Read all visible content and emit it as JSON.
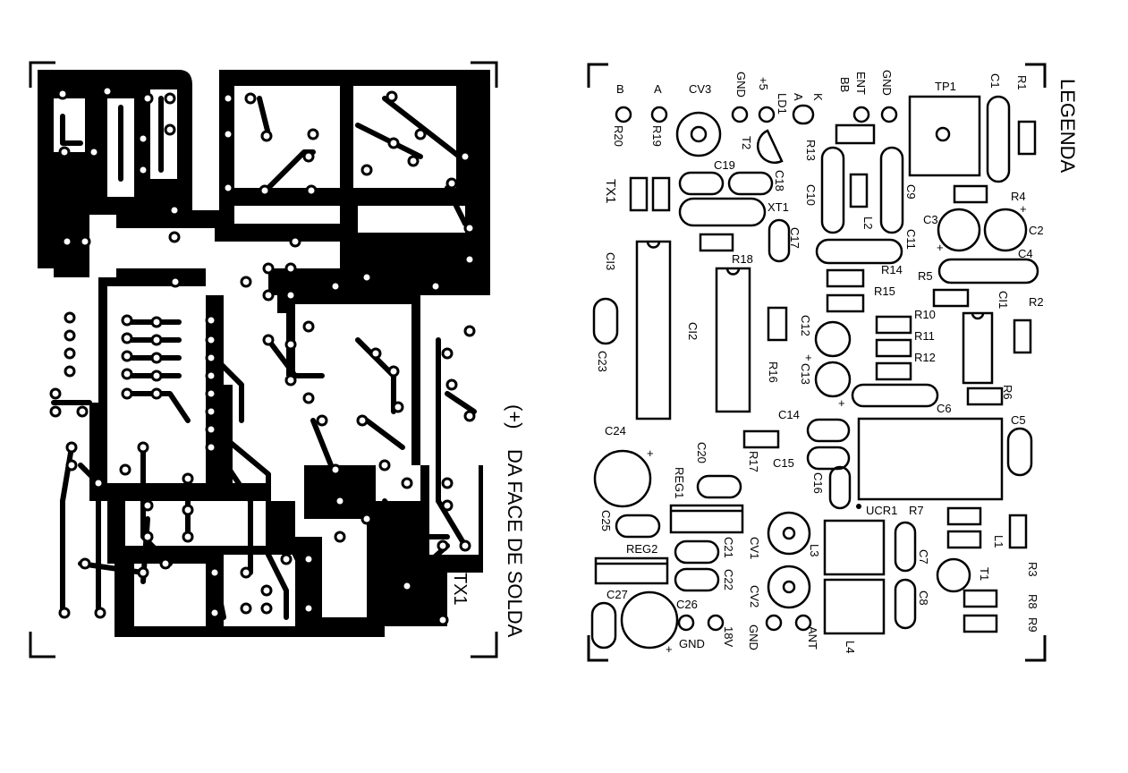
{
  "colors": {
    "ink": "#000000",
    "paper": "#ffffff"
  },
  "solder_side": {
    "caption_paren": "(+)",
    "caption": "DA FACE DE SOLDA",
    "tx_label": "TX1"
  },
  "legend_side": {
    "heading": "LEGENDA",
    "labels": {
      "B": "B",
      "A": "A",
      "CV3": "CV3",
      "GND_top1": "GND",
      "plus5": "+5",
      "LD1": "LD1",
      "K": "K",
      "A2": "A",
      "BB": "BB",
      "ENT": "ENT",
      "GND_top2": "GND",
      "TP1": "TP1",
      "C1": "C1",
      "R1": "R1",
      "R20": "R20",
      "R19": "R19",
      "T2": "T2",
      "R13": "R13",
      "C19": "C19",
      "C18": "C18",
      "XT1": "XT1",
      "C10": "C10",
      "C9": "C9",
      "R4": "R4",
      "C3": "C3",
      "C2": "C2",
      "TX1": "TX1",
      "L2": "L2",
      "C11": "C11",
      "C4": "C4",
      "C17": "C17",
      "R18": "R18",
      "C13_left": "CI3",
      "R14": "R14",
      "R5": "R5",
      "R15": "R15",
      "CI1": "CI1",
      "R2": "R2",
      "CI2": "CI2",
      "C12": "C12",
      "R10": "R10",
      "R11": "R11",
      "R12": "R12",
      "C23": "C23",
      "R16": "R16",
      "C13": "C13",
      "R6": "R6",
      "C6": "C6",
      "C14": "C14",
      "C5": "C5",
      "C24": "C24",
      "C20": "C20",
      "R17": "R17",
      "C15": "C15",
      "REG1": "REG1",
      "C16": "C16",
      "UCR1": "UCR1",
      "R7": "R7",
      "C25": "C25",
      "CV1": "CV1",
      "L3": "L3",
      "L1": "L1",
      "REG2": "REG2",
      "C21": "C21",
      "C7": "C7",
      "R3": "R3",
      "C27": "C27",
      "C22": "C22",
      "CV2": "CV2",
      "T1": "T1",
      "R8": "R8",
      "C26": "C26",
      "C8": "C8",
      "R9": "R9",
      "GND_bot": "GND",
      "V18": "18V",
      "GND_bot2": "GND",
      "ANT": "ANT",
      "L4": "L4",
      "plus_a": "+",
      "plus_b": "+",
      "plus_c": "+",
      "plus_d": "+",
      "plus_e": "+",
      "plus_f": "+"
    }
  }
}
